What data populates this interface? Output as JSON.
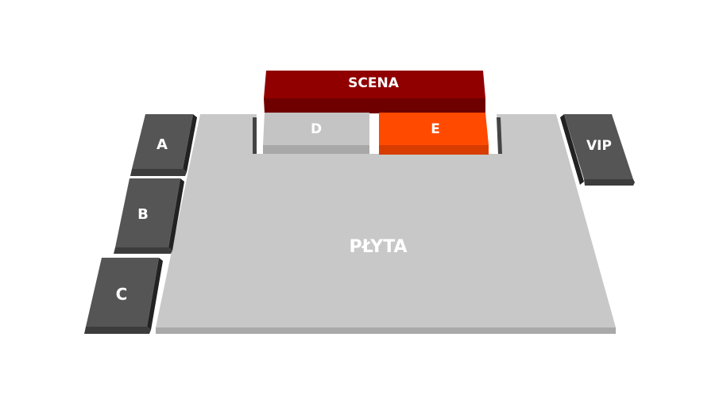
{
  "map": {
    "stage_label": "SCENA",
    "sections": {
      "a": "A",
      "b": "B",
      "c": "C",
      "d": "D",
      "e": "E",
      "vip": "VIP",
      "plyta": "PŁYTA"
    }
  },
  "colors": {
    "stage": "#8e0000",
    "selected": "#ff4a00",
    "floor": "#c8c8c8",
    "seating": "#555555"
  }
}
